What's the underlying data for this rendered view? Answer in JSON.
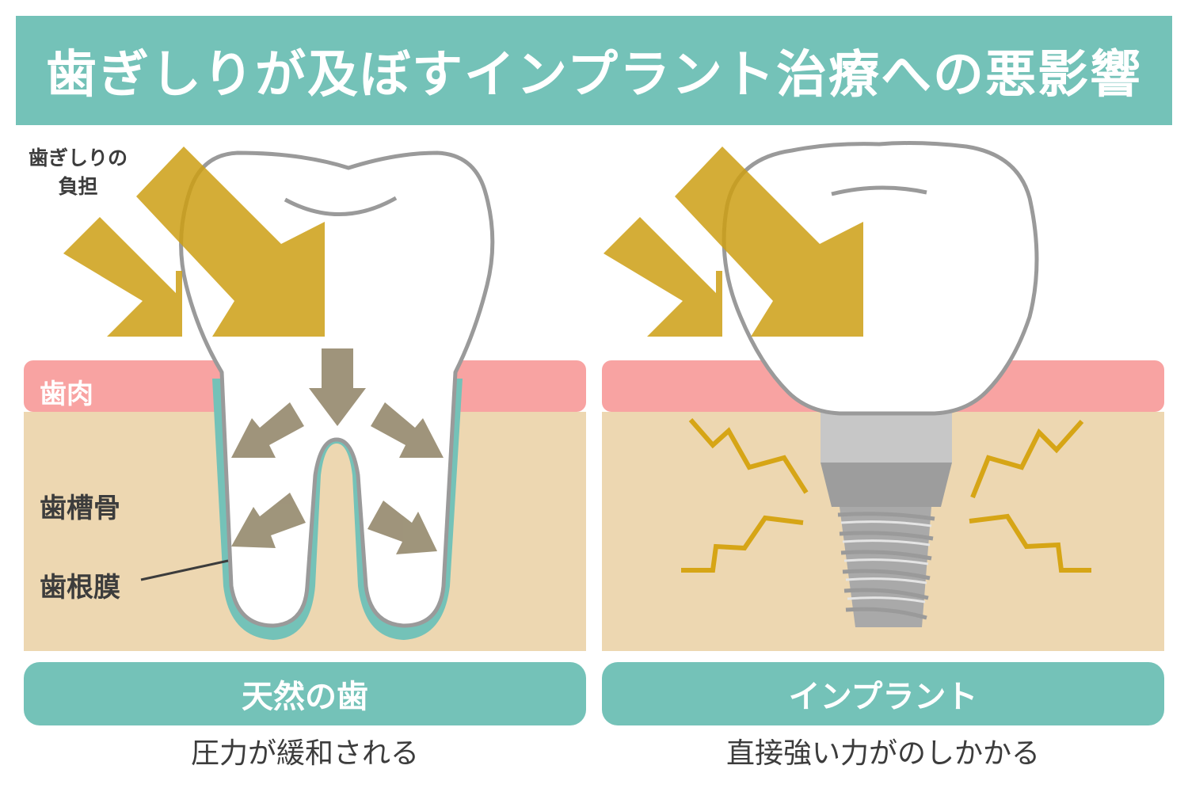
{
  "title": "歯ぎしりが及ぼすインプラント治療への悪影響",
  "labels": {
    "load_line1": "歯ぎしりの",
    "load_line2": "負担",
    "gum": "歯肉",
    "bone": "歯槽骨",
    "pdl": "歯根膜"
  },
  "panels": [
    {
      "heading": "天然の歯",
      "caption": "圧力が緩和される"
    },
    {
      "heading": "インプラント",
      "caption": "直接強い力がのしかかる"
    }
  ],
  "colors": {
    "header_teal": "#74c2b8",
    "gum_pink": "#f8a3a2",
    "bone_beige": "#edd7b1",
    "force_gold": "#cc9f14",
    "ligament_teal": "#74c2b8",
    "outline_gray": "#9a9a9a",
    "inner_arrow": "#9a8f74",
    "text_dark": "#3c3c3c"
  }
}
